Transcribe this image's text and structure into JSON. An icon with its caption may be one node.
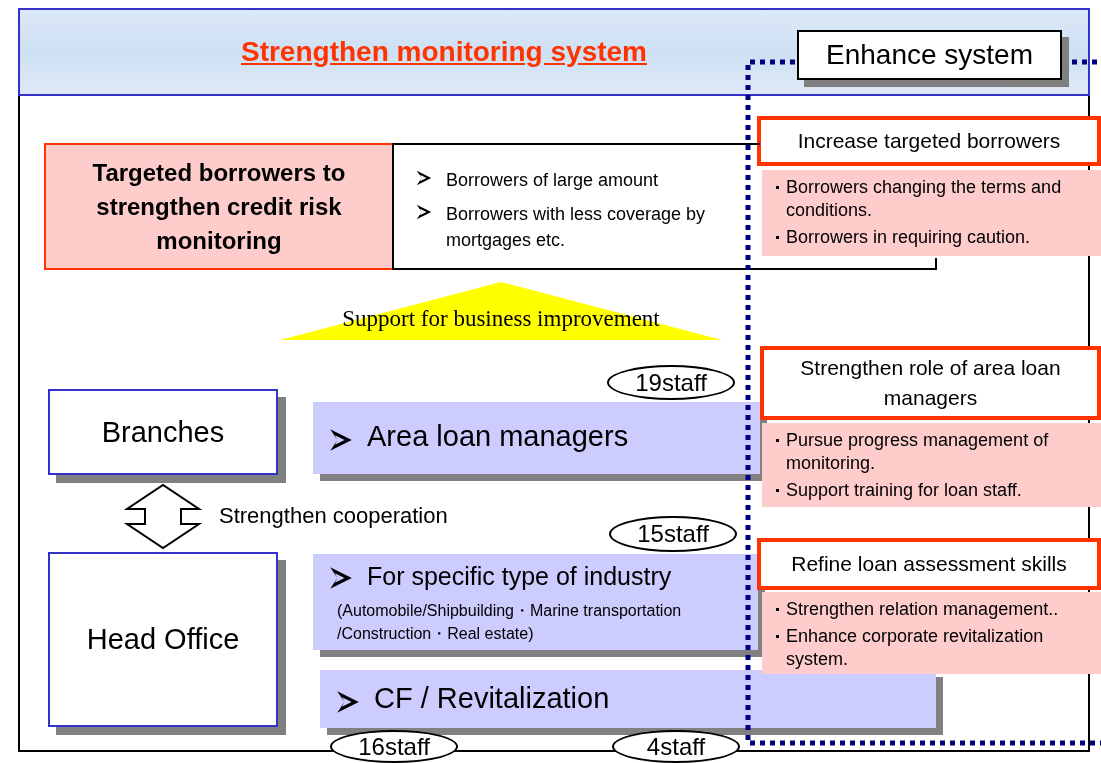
{
  "diagram": {
    "nodes": [
      {
        "text": [
          "Strengthen monitoring system"
        ]
      },
      {
        "text": [
          "Enhance system"
        ],
        "in": 0
      },
      {
        "text": [
          "Targeted borrowers to strengthen credit risk monitoring"
        ]
      },
      {
        "text": [
          "Borrowers of large amount",
          "Borrowers with less coverage by mortgages etc."
        ]
      },
      {
        "text": [
          "Increase targeted borrowers"
        ]
      },
      {
        "text": [
          "Borrowers changing the terms and conditions.",
          "Borrowers in requiring caution."
        ]
      },
      {
        "text": [
          "Support for business improvement"
        ]
      },
      {
        "text": [
          "Branches"
        ]
      },
      {
        "text": [
          "Head Office"
        ]
      },
      {
        "text": [
          "Area loan managers"
        ]
      },
      {
        "text": [
          "19staff"
        ]
      },
      {
        "text": [
          "For specific type of industry",
          "(Automobile/Shipbuilding・Marine transportation /Construction・Real estate)"
        ]
      },
      {
        "text": [
          "15staff"
        ]
      },
      {
        "text": [
          "CF / Revitalization"
        ]
      },
      {
        "text": [
          "16staff"
        ]
      },
      {
        "text": [
          "4staff"
        ]
      },
      {
        "text": [
          "Strengthen role of area loan managers"
        ]
      },
      {
        "text": [
          "Pursue progress management of monitoring.",
          "Support training for loan staff."
        ]
      },
      {
        "text": [
          "Refine loan assessment skills"
        ]
      },
      {
        "text": [
          "Strengthen relation management..",
          "Enhance corporate revitalization system."
        ]
      }
    ],
    "edges": [
      {
        "from": 7,
        "to": 8,
        "arrow": "both",
        "label": "Strengthen cooperation"
      }
    ]
  }
}
